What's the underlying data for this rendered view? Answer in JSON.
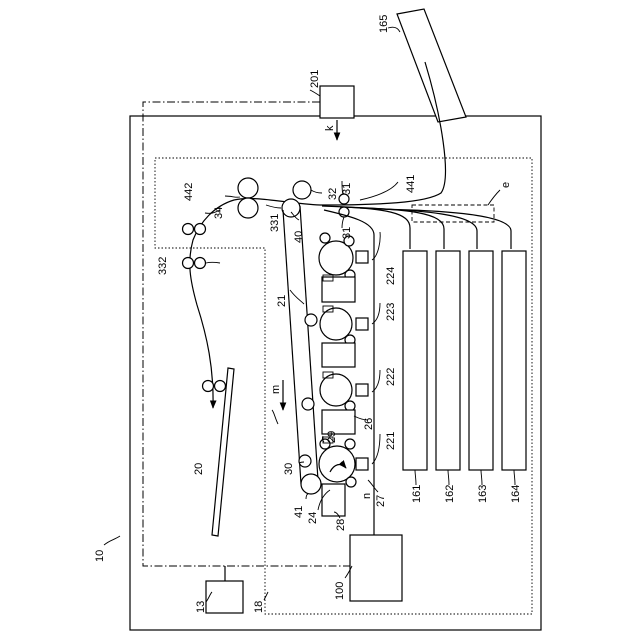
{
  "labels": {
    "l10": "10",
    "l13": "13",
    "l18": "18",
    "l100": "100",
    "l165": "165",
    "l201": "201",
    "lk": "k",
    "le": "e",
    "lm": "m",
    "ln": "n",
    "l442": "442",
    "l34": "34",
    "l331": "331",
    "l32": "32",
    "l441": "441",
    "l31a": "31",
    "l31b": "31",
    "l40": "40",
    "l332": "332",
    "l21": "21",
    "l20": "20",
    "l224": "224",
    "l223": "223",
    "l222": "222",
    "l221": "221",
    "l26": "26",
    "l29": "29",
    "l30": "30",
    "l27": "27",
    "l41": "41",
    "l24": "24",
    "l28": "28",
    "l161": "161",
    "l162": "162",
    "l163": "163",
    "l164": "164"
  }
}
